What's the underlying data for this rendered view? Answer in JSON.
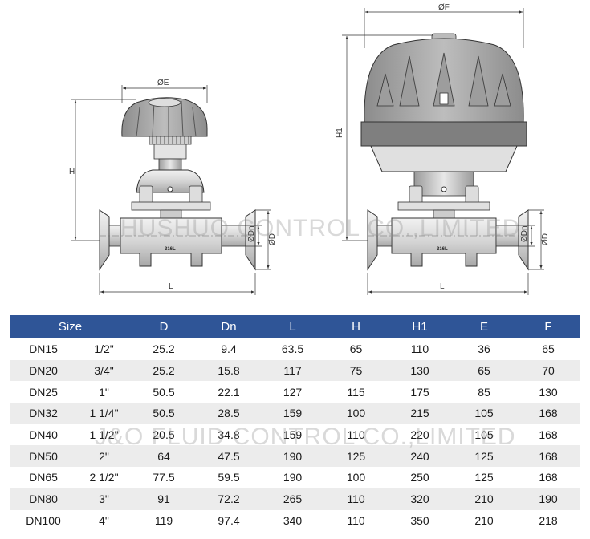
{
  "drawing": {
    "manual_valve": {
      "material_mark": "316L",
      "dims": {
        "E": "ØE",
        "H": "H",
        "L": "L",
        "Dn": "ØDn",
        "D": "ØD"
      }
    },
    "pneumatic_valve": {
      "material_mark": "316L",
      "dims": {
        "F": "ØF",
        "H1": "H1",
        "L": "L",
        "Dn": "ØDn",
        "D": "ØD"
      }
    }
  },
  "watermark": {
    "top": "HUSHUO CONTROL CO.,LIMITED",
    "bottom": "J&O FLUID CONTROL CO.,LIMITED"
  },
  "table": {
    "headers": [
      "Size",
      "D",
      "Dn",
      "L",
      "H",
      "H1",
      "E",
      "F"
    ],
    "rows": [
      [
        "DN15",
        "1/2\"",
        "25.2",
        "9.4",
        "63.5",
        "65",
        "110",
        "36",
        "65"
      ],
      [
        "DN20",
        "3/4\"",
        "25.2",
        "15.8",
        "117",
        "75",
        "130",
        "65",
        "70"
      ],
      [
        "DN25",
        "1\"",
        "50.5",
        "22.1",
        "127",
        "115",
        "175",
        "85",
        "130"
      ],
      [
        "DN32",
        "1 1/4\"",
        "50.5",
        "28.5",
        "159",
        "100",
        "215",
        "105",
        "168"
      ],
      [
        "DN40",
        "1 1/2\"",
        "20.5",
        "34.8",
        "159",
        "110",
        "220",
        "105",
        "168"
      ],
      [
        "DN50",
        "2\"",
        "64",
        "47.5",
        "190",
        "125",
        "240",
        "125",
        "168"
      ],
      [
        "DN65",
        "2 1/2\"",
        "77.5",
        "59.5",
        "190",
        "100",
        "250",
        "125",
        "168"
      ],
      [
        "DN80",
        "3\"",
        "91",
        "72.2",
        "265",
        "110",
        "320",
        "210",
        "190"
      ],
      [
        "DN100",
        "4\"",
        "119",
        "97.4",
        "340",
        "110",
        "350",
        "210",
        "218"
      ]
    ]
  }
}
